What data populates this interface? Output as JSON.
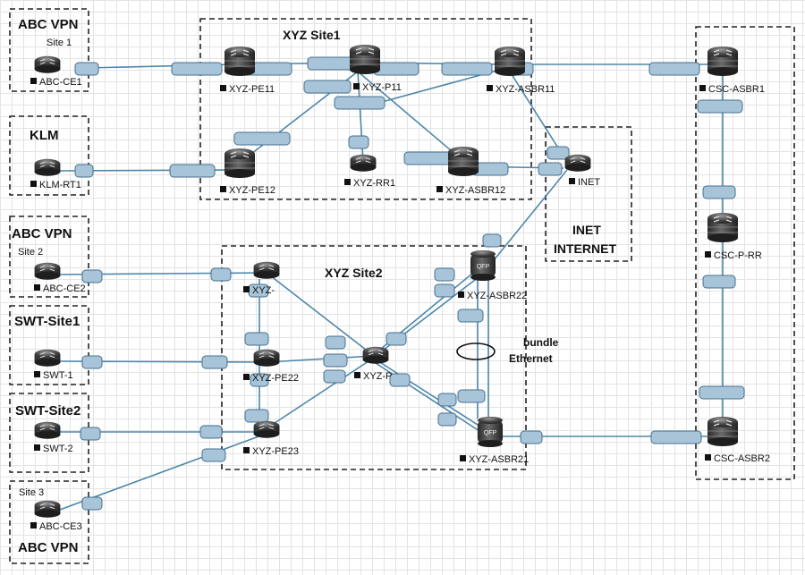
{
  "regions": [
    {
      "id": "abc-vpn-1",
      "title": "ABC VPN",
      "subtitle": "Site 1"
    },
    {
      "id": "klm",
      "title": "KLM",
      "subtitle": ""
    },
    {
      "id": "abc-vpn-2",
      "title": "ABC VPN",
      "subtitle": "Site 2"
    },
    {
      "id": "swt-site1",
      "title": "SWT-Site1",
      "subtitle": ""
    },
    {
      "id": "swt-site2",
      "title": "SWT-Site2",
      "subtitle": ""
    },
    {
      "id": "abc-vpn-3",
      "title": "ABC VPN",
      "subtitle": "Site 3"
    },
    {
      "id": "xyz-site1",
      "title": "XYZ Site1",
      "subtitle": ""
    },
    {
      "id": "xyz-site2",
      "title": "XYZ Site2",
      "subtitle": ""
    },
    {
      "id": "inet",
      "title": "INET",
      "subtitle": "INTERNET"
    },
    {
      "id": "csc",
      "title": "",
      "subtitle": ""
    }
  ],
  "nodes": [
    {
      "id": "abc-ce1",
      "label": "ABC-CE1",
      "kind": "router"
    },
    {
      "id": "klm-rt1",
      "label": "KLM-RT1",
      "kind": "router"
    },
    {
      "id": "abc-ce2",
      "label": "ABC-CE2",
      "kind": "router"
    },
    {
      "id": "swt-1",
      "label": "SWT-1",
      "kind": "router"
    },
    {
      "id": "swt-2",
      "label": "SWT-2",
      "kind": "router"
    },
    {
      "id": "abc-ce3",
      "label": "ABC-CE3",
      "kind": "router"
    },
    {
      "id": "xyz-pe11",
      "label": "XYZ-PE11",
      "kind": "core"
    },
    {
      "id": "xyz-p11",
      "label": "XYZ-P11",
      "kind": "core"
    },
    {
      "id": "xyz-asbr11",
      "label": "XYZ-ASBR11",
      "kind": "core"
    },
    {
      "id": "xyz-pe12",
      "label": "XYZ-PE12",
      "kind": "core"
    },
    {
      "id": "xyz-rr1",
      "label": "XYZ-RR1",
      "kind": "router"
    },
    {
      "id": "xyz-asbr12",
      "label": "XYZ-ASBR12",
      "kind": "core"
    },
    {
      "id": "inet-rtr",
      "label": "INET",
      "kind": "router"
    },
    {
      "id": "csc-asbr1",
      "label": "CSC-ASBR1",
      "kind": "core"
    },
    {
      "id": "csc-p-rr",
      "label": "CSC-P-RR",
      "kind": "core"
    },
    {
      "id": "csc-asbr2",
      "label": "CSC-ASBR2",
      "kind": "core"
    },
    {
      "id": "xyz-pe21",
      "label": "XYZ-",
      "kind": "router"
    },
    {
      "id": "xyz-pe22",
      "label": "XYZ-PE22",
      "kind": "router"
    },
    {
      "id": "xyz-pe23",
      "label": "XYZ-PE23",
      "kind": "router"
    },
    {
      "id": "xyz-p2",
      "label": "XYZ-P",
      "kind": "router"
    },
    {
      "id": "xyz-asbr22",
      "label": "XYZ-ASBR22",
      "kind": "qfp"
    },
    {
      "id": "xyz-asbr21",
      "label": "XYZ-ASBR21",
      "kind": "qfp"
    }
  ],
  "qfp_text": "QFP",
  "bundle_label": [
    "bundle",
    "Ethernet"
  ],
  "colors": {
    "link": "#4d87aa",
    "port": "#a8c4d8",
    "router": "#4a4a4a"
  }
}
